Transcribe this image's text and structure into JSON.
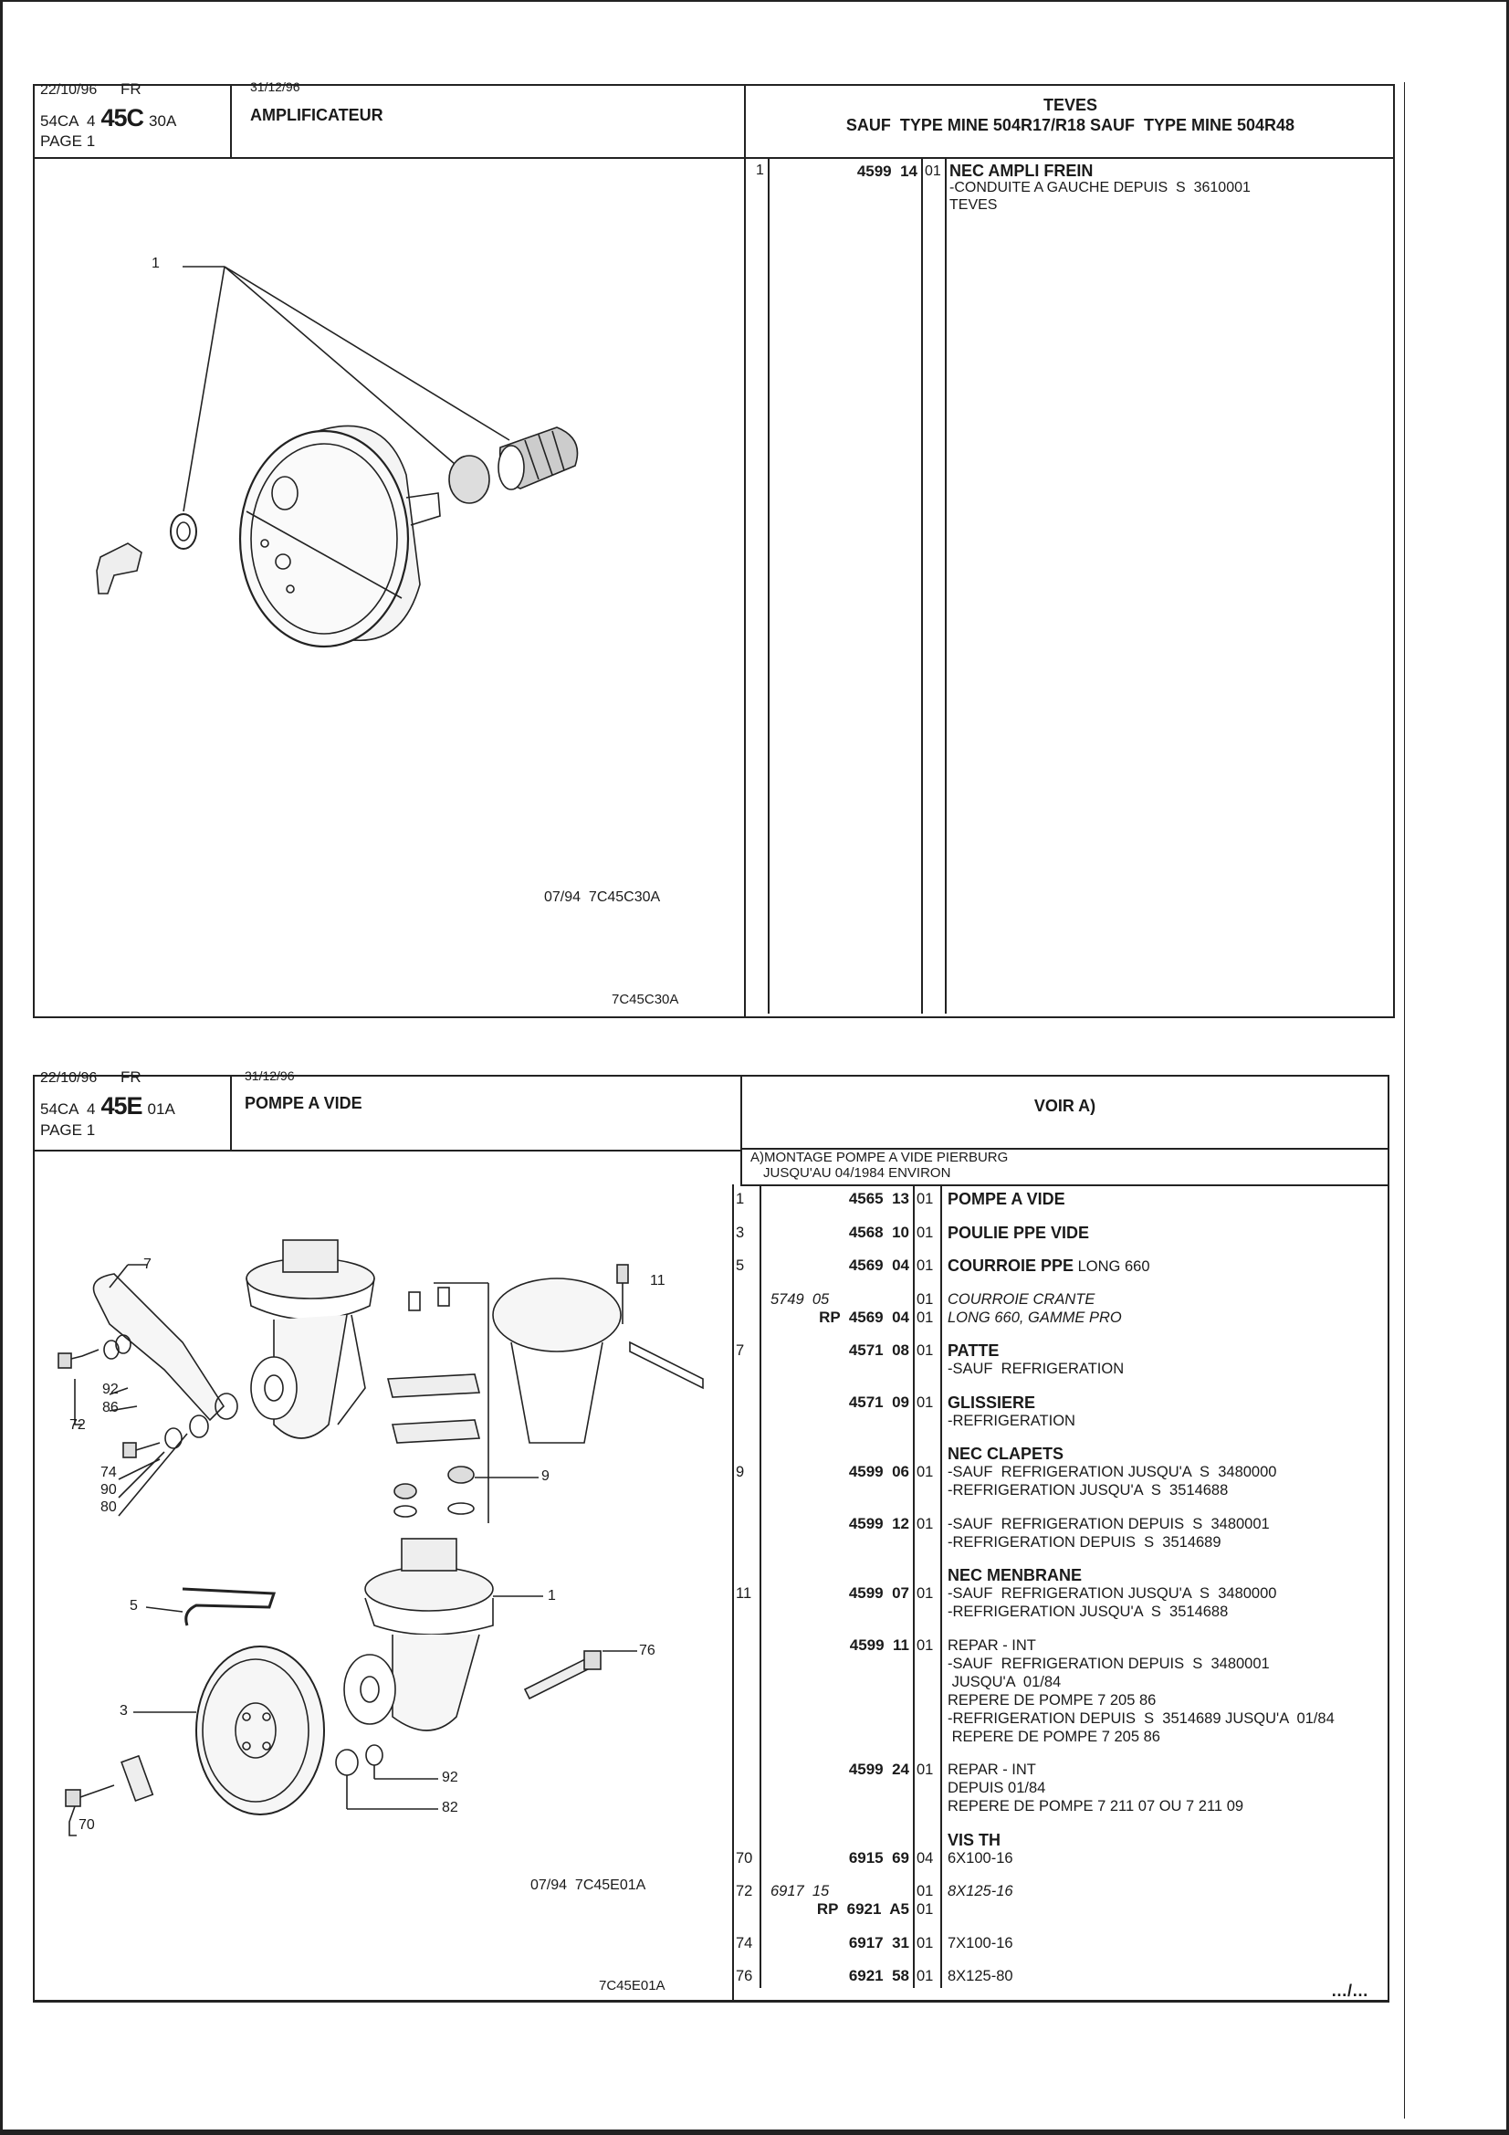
{
  "sheets": [
    {
      "date": "22/10/96",
      "lang": "FR",
      "ref_prefix": "54CA  4",
      "ref_group": "45C",
      "ref_suffix": "30A",
      "page": "PAGE 1",
      "update_date": "31/12/96",
      "title": "AMPLIFICATEUR",
      "condition_line1": "TEVES",
      "condition_line2": "SAUF  TYPE MINE 504R17/R18 SAUF  TYPE MINE 504R48",
      "drawing_ref": "07/94  7C45C30A",
      "drawing_code": "7C45C30A",
      "callouts": [
        "1"
      ],
      "entries": [
        {
          "item": "1",
          "part": "4599  14",
          "qty": "01",
          "lines": [
            "NEC AMPLI FREIN",
            "-CONDUITE A GAUCHE DEPUIS  S  3610001",
            "TEVES"
          ]
        }
      ]
    },
    {
      "date": "22/10/96",
      "lang": "FR",
      "ref_prefix": "54CA  4",
      "ref_group": "45E",
      "ref_suffix": "01A",
      "page": "PAGE 1",
      "update_date": "31/12/96",
      "title": "POMPE A VIDE",
      "condition_line1": "VOIR A)",
      "section_line1": "A)MONTAGE POMPE A VIDE PIERBURG",
      "section_line2": "JUSQU'AU 04/1984 ENVIRON",
      "drawing_ref": "07/94  7C45E01A",
      "drawing_code": "7C45E01A",
      "callouts": [
        "7",
        "11",
        "92",
        "86",
        "72",
        "74",
        "90",
        "80",
        "9",
        "1",
        "5",
        "76",
        "3",
        "92",
        "82",
        "70"
      ],
      "continued": "…/…",
      "entries": [
        [
          {
            "item": "1",
            "part": "4565  13",
            "qty": "01",
            "text": "POMPE A VIDE",
            "cls": "title"
          }
        ],
        [
          {
            "item": "3",
            "part": "4568  10",
            "qty": "01",
            "text": "POULIE PPE VIDE",
            "cls": "title"
          }
        ],
        [
          {
            "item": "5",
            "part": "4569  04",
            "qty": "01",
            "text": "COURROIE PPE",
            "suffix": " LONG 660",
            "cls": "title"
          }
        ],
        [
          {
            "alt": "5749  05",
            "qty": "01",
            "text": "COURROIE CRANTE",
            "cls": "italic"
          },
          {
            "part": "RP  4569  04",
            "qty": "01",
            "text": "LONG 660, GAMME PRO",
            "cls": "italic"
          }
        ],
        [
          {
            "item": "7",
            "part": "4571  08",
            "qty": "01",
            "text": "PATTE",
            "cls": "title"
          },
          {
            "text": "-SAUF  REFRIGERATION"
          }
        ],
        [
          {
            "part": "4571  09",
            "qty": "01",
            "text": "GLISSIERE",
            "cls": "title"
          },
          {
            "text": "-REFRIGERATION"
          }
        ],
        [
          {
            "text": "NEC CLAPETS",
            "cls": "title"
          },
          {
            "item": "9",
            "part": "4599  06",
            "qty": "01",
            "text": "-SAUF  REFRIGERATION JUSQU'A  S  3480000"
          },
          {
            "text": "-REFRIGERATION JUSQU'A  S  3514688"
          }
        ],
        [
          {
            "part": "4599  12",
            "qty": "01",
            "text": "-SAUF  REFRIGERATION DEPUIS  S  3480001"
          },
          {
            "text": "-REFRIGERATION DEPUIS  S  3514689"
          }
        ],
        [
          {
            "text": "NEC MENBRANE",
            "cls": "title"
          },
          {
            "item": "11",
            "part": "4599  07",
            "qty": "01",
            "text": "-SAUF  REFRIGERATION JUSQU'A  S  3480000"
          },
          {
            "text": "-REFRIGERATION JUSQU'A  S  3514688"
          }
        ],
        [
          {
            "part": "4599  11",
            "qty": "01",
            "text": "REPAR - INT"
          },
          {
            "text": "-SAUF  REFRIGERATION DEPUIS  S  3480001"
          },
          {
            "text": " JUSQU'A  01/84"
          },
          {
            "text": "REPERE DE POMPE 7 205 86"
          },
          {
            "text": "-REFRIGERATION DEPUIS  S  3514689 JUSQU'A  01/84"
          },
          {
            "text": " REPERE DE POMPE 7 205 86"
          }
        ],
        [
          {
            "part": "4599  24",
            "qty": "01",
            "text": "REPAR - INT"
          },
          {
            "text": "DEPUIS 01/84"
          },
          {
            "text": "REPERE DE POMPE 7 211 07 OU 7 211 09"
          }
        ],
        [
          {
            "text": "VIS TH",
            "cls": "title"
          },
          {
            "item": "70",
            "part": "6915  69",
            "qty": "04",
            "text": "6X100-16"
          }
        ],
        [
          {
            "item": "72",
            "alt": "6917  15",
            "qty": "01",
            "text": "8X125-16",
            "cls": "italic"
          },
          {
            "part": "RP  6921  A5",
            "qty": "01",
            "text": ""
          }
        ],
        [
          {
            "item": "74",
            "part": "6917  31",
            "qty": "01",
            "text": "7X100-16"
          }
        ],
        [
          {
            "item": "76",
            "part": "6921  58",
            "qty": "01",
            "text": "8X125-80"
          }
        ]
      ]
    }
  ]
}
